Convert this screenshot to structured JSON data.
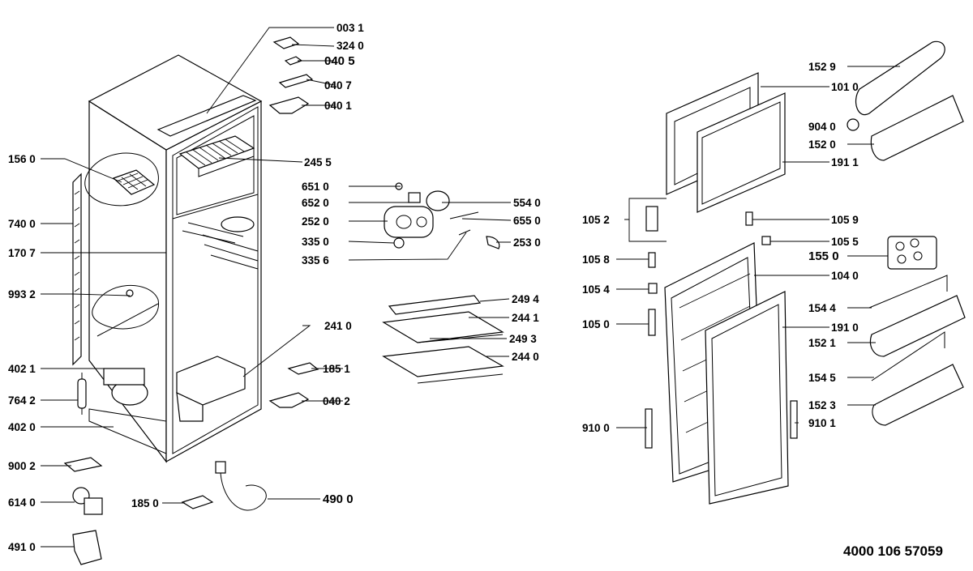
{
  "labels": {
    "p0031": "003 1",
    "p3240": "324 0",
    "p0405": "040 5",
    "p0407": "040 7",
    "p0401": "040 1",
    "p1560": "156 0",
    "p2455": "245 5",
    "p7400": "740 0",
    "p1707": "170 7",
    "p9932": "993 2",
    "p6510": "651 0",
    "p6520": "652 0",
    "p5540": "554 0",
    "p2520": "252 0",
    "p6550": "655 0",
    "p3350": "335 0",
    "p2530": "253 0",
    "p3356": "335 6",
    "p2494": "249 4",
    "p2441": "244 1",
    "p2410": "241 0",
    "p2493": "249 3",
    "p2440": "244 0",
    "p4021": "402 1",
    "p1851": "185 1",
    "p7642": "764 2",
    "p0402": "040 2",
    "p4020": "402 0",
    "p9002": "900 2",
    "p6140": "614 0",
    "p1850": "185 0",
    "p4900": "490 0",
    "p4910": "491 0",
    "p1529": "152 9",
    "p1010": "101 0",
    "p9040": "904 0",
    "p1520": "152 0",
    "p1911": "191 1",
    "p1052": "105 2",
    "p1059": "105 9",
    "p1055": "105 5",
    "p1058": "105 8",
    "p1550": "155 0",
    "p1040": "104 0",
    "p1054": "105 4",
    "p1544": "154 4",
    "p1050": "105 0",
    "p1910": "191 0",
    "p1521": "152 1",
    "p1545": "154 5",
    "p1523": "152 3",
    "p9100": "910 0",
    "p9101": "910 1"
  },
  "document_number": "4000  106 57059"
}
